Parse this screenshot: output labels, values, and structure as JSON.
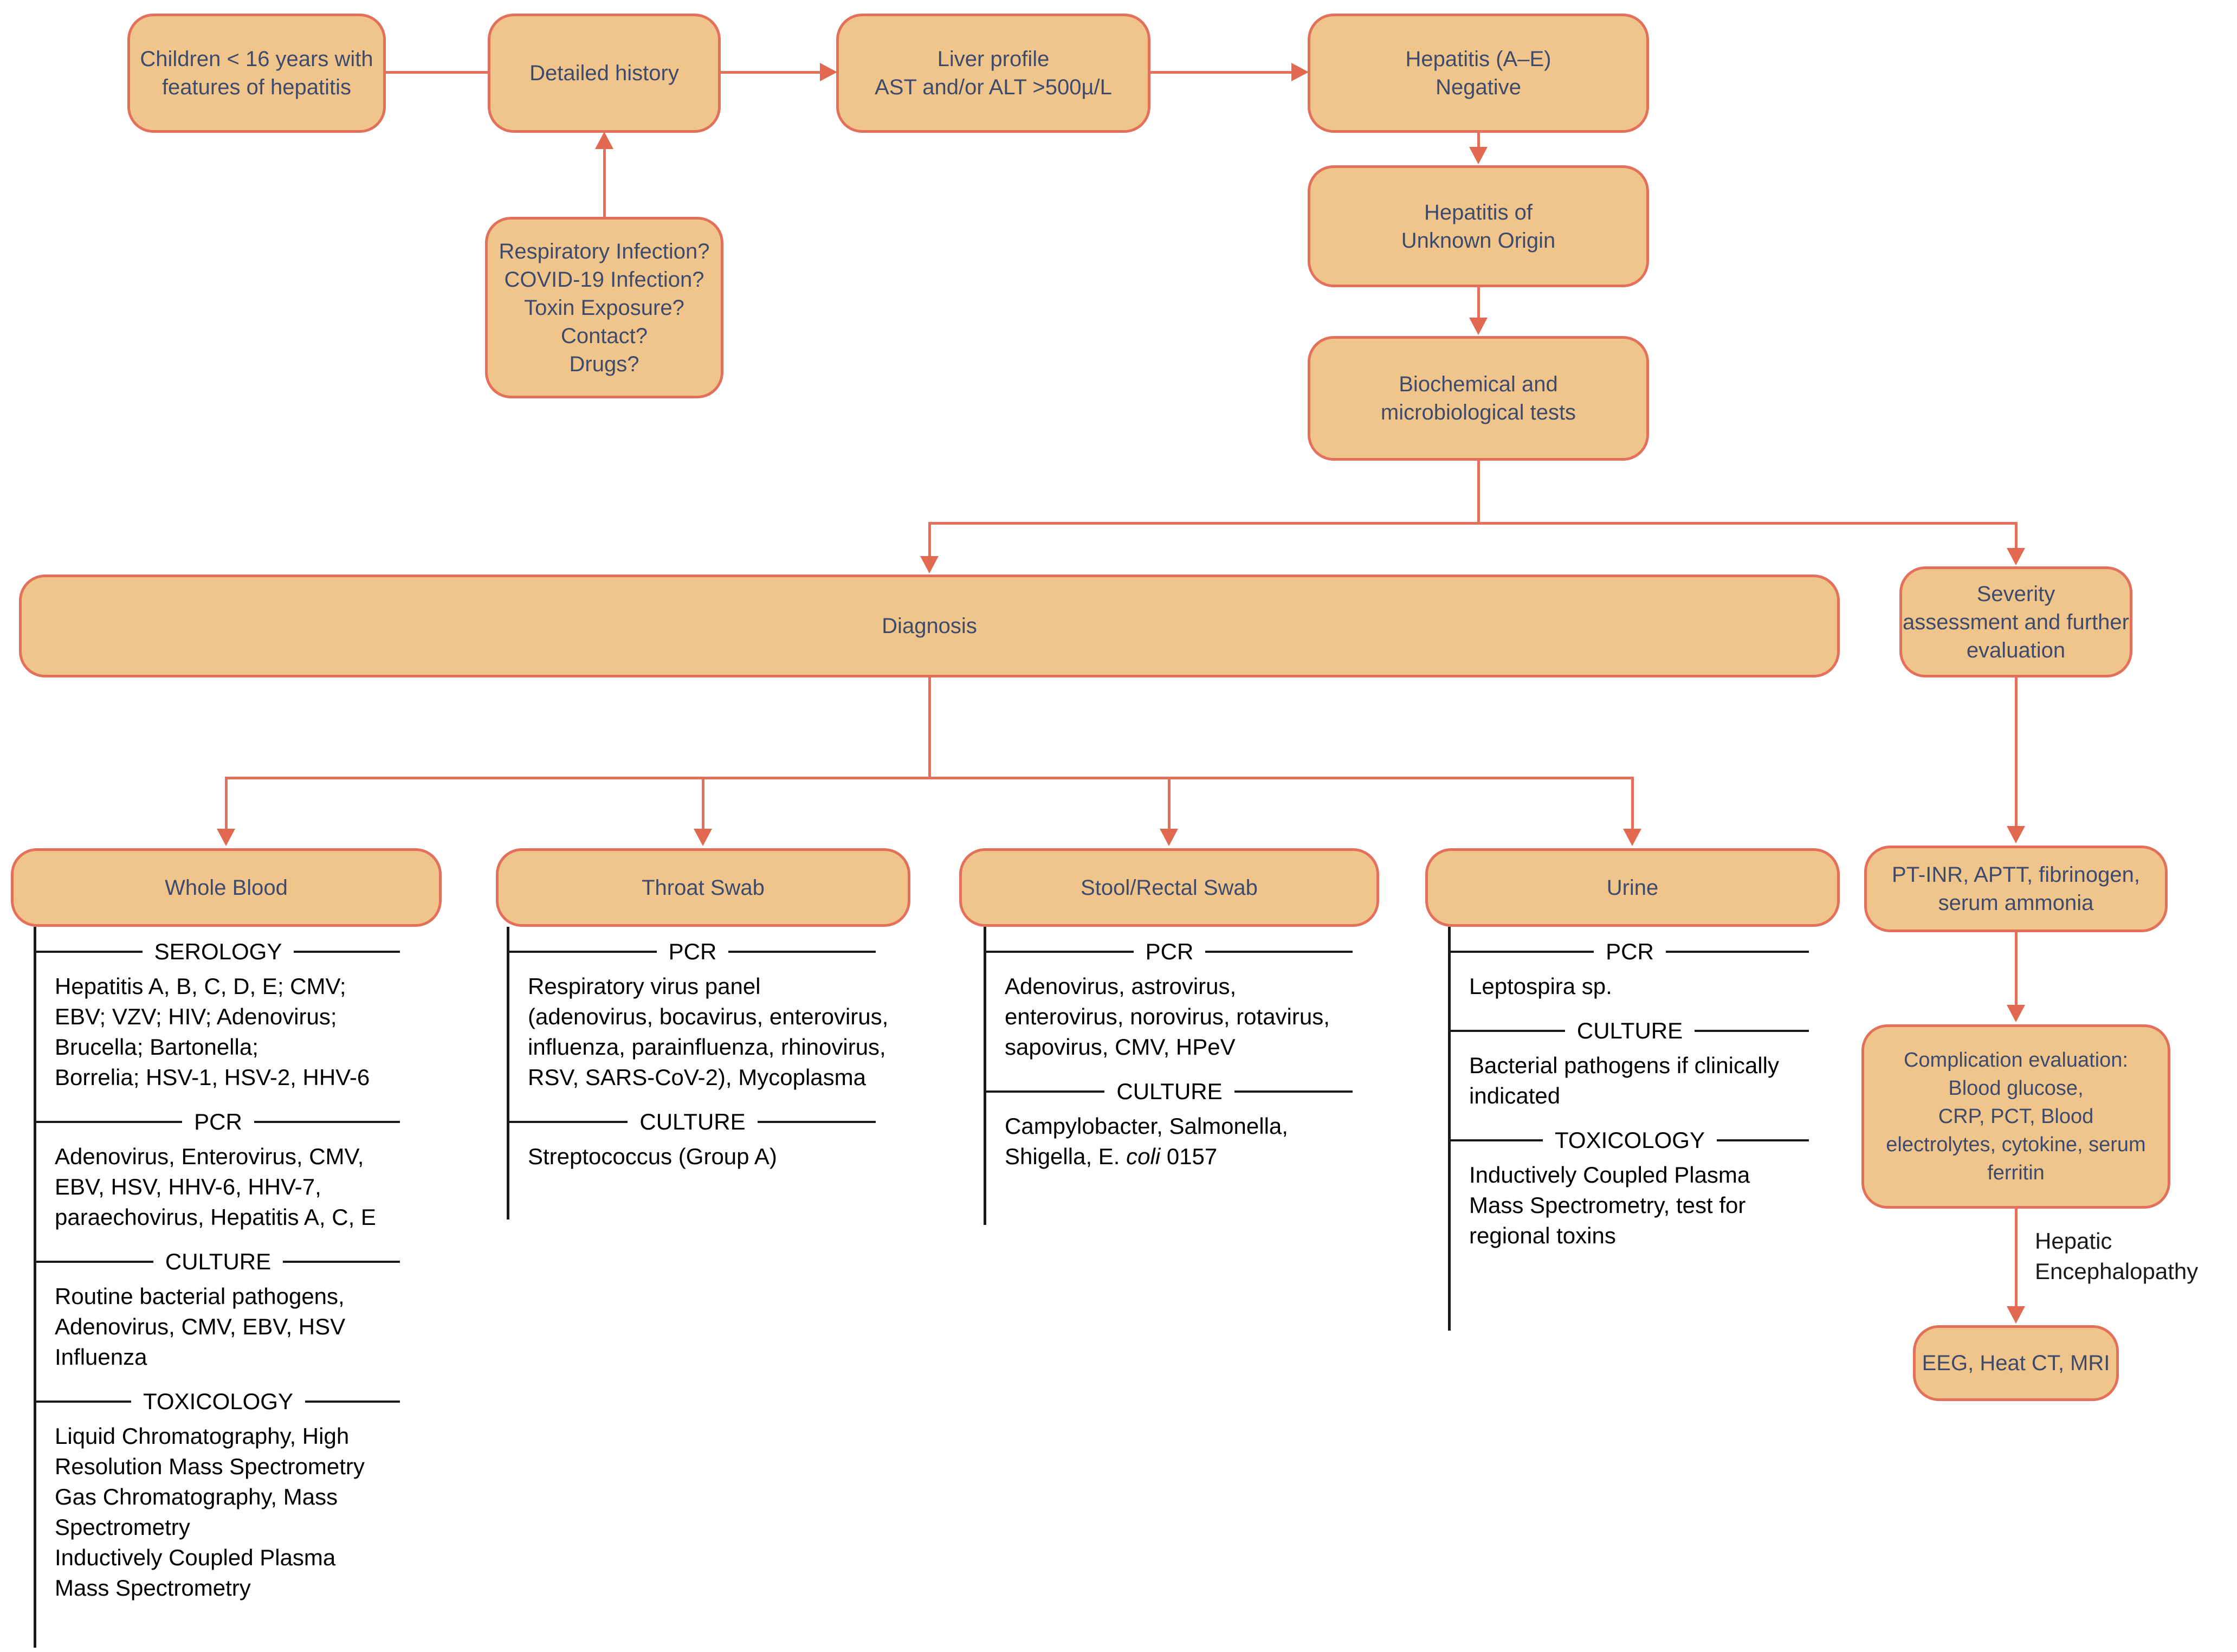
{
  "palette": {
    "box_fill": "#F0C58C",
    "box_border": "#E2705A",
    "box_text": "#3D4A6B",
    "arrow": "#E0694F",
    "section_rule": "#1A1A1A",
    "list_text": "#000000"
  },
  "boxes": {
    "children": {
      "lines": [
        "Children < 16 years with",
        "features of hepatitis"
      ]
    },
    "detailed_history": {
      "label": "Detailed history"
    },
    "liver_profile": {
      "lines": [
        "Liver profile",
        "AST and/or ALT >500µ/L"
      ]
    },
    "hepatitis_negative": {
      "lines": [
        "Hepatitis (A–E)",
        "Negative"
      ]
    },
    "history_questions": {
      "lines": [
        "Respiratory Infection?",
        "COVID-19 Infection?",
        "Toxin Exposure?",
        "Contact?",
        "Drugs?"
      ]
    },
    "unknown_origin": {
      "lines": [
        "Hepatitis of",
        "Unknown Origin"
      ]
    },
    "biochemical": {
      "lines": [
        "Biochemical and",
        "microbiological tests"
      ]
    },
    "diagnosis": {
      "label": "Diagnosis"
    },
    "severity": {
      "lines": [
        "Severity",
        "assessment and further",
        "evaluation"
      ]
    },
    "pt_inr": {
      "lines": [
        "PT-INR, APTT, fibrinogen,",
        "serum ammonia"
      ]
    },
    "complication": {
      "lines": [
        "Complication evaluation:",
        "Blood glucose,",
        "CRP, PCT, Blood",
        "electrolytes, cytokine, serum",
        "ferritin"
      ]
    },
    "eeg": {
      "label": "EEG, Heat CT, MRI"
    },
    "hepatic_note": {
      "lines": [
        "Hepatic",
        "Encephalopathy"
      ]
    }
  },
  "columns": [
    {
      "title": "Whole Blood",
      "sections": [
        {
          "header": "SEROLOGY",
          "lines": [
            "Hepatitis A, B, C, D, E; CMV;",
            "EBV; VZV; HIV; Adenovirus;",
            "Brucella; Bartonella;",
            "Borrelia; HSV-1, HSV-2, HHV-6"
          ]
        },
        {
          "header": "PCR",
          "lines": [
            "Adenovirus, Enterovirus, CMV,",
            "EBV, HSV, HHV-6, HHV-7,",
            "paraechovirus, Hepatitis A, C, E"
          ]
        },
        {
          "header": "CULTURE",
          "lines": [
            "Routine bacterial pathogens,",
            "Adenovirus, CMV, EBV, HSV",
            "Influenza"
          ]
        },
        {
          "header": "TOXICOLOGY",
          "lines": [
            "Liquid Chromatography, High",
            "Resolution Mass Spectrometry",
            "Gas Chromatography, Mass",
            "Spectrometry",
            "Inductively Coupled Plasma",
            "Mass Spectrometry"
          ]
        }
      ]
    },
    {
      "title": "Throat Swab",
      "sections": [
        {
          "header": "PCR",
          "lines": [
            "Respiratory virus panel",
            "(adenovirus, bocavirus, enterovirus,",
            "influenza, parainfluenza, rhinovirus,",
            "RSV, SARS-CoV-2), Mycoplasma"
          ]
        },
        {
          "header": "CULTURE",
          "lines": [
            "Streptococcus (Group A)"
          ]
        }
      ]
    },
    {
      "title": "Stool/Rectal Swab",
      "sections": [
        {
          "header": "PCR",
          "lines": [
            "Adenovirus, astrovirus,",
            "enterovirus, norovirus, rotavirus,",
            "sapovirus, CMV, HPeV"
          ]
        },
        {
          "header": "CULTURE",
          "lines": [
            "Campylobacter, Salmonella,"
          ],
          "coli_line": {
            "pre": "Shigella, E. ",
            "italic": "coli",
            "post": " 0157"
          }
        }
      ]
    },
    {
      "title": "Urine",
      "sections": [
        {
          "header": "PCR",
          "lines": [
            "Leptospira sp."
          ]
        },
        {
          "header": "CULTURE",
          "lines": [
            "Bacterial pathogens if clinically",
            "indicated"
          ]
        },
        {
          "header": "TOXICOLOGY",
          "lines": [
            "Inductively Coupled Plasma",
            "Mass Spectrometry, test for",
            "regional toxins"
          ]
        }
      ]
    }
  ]
}
